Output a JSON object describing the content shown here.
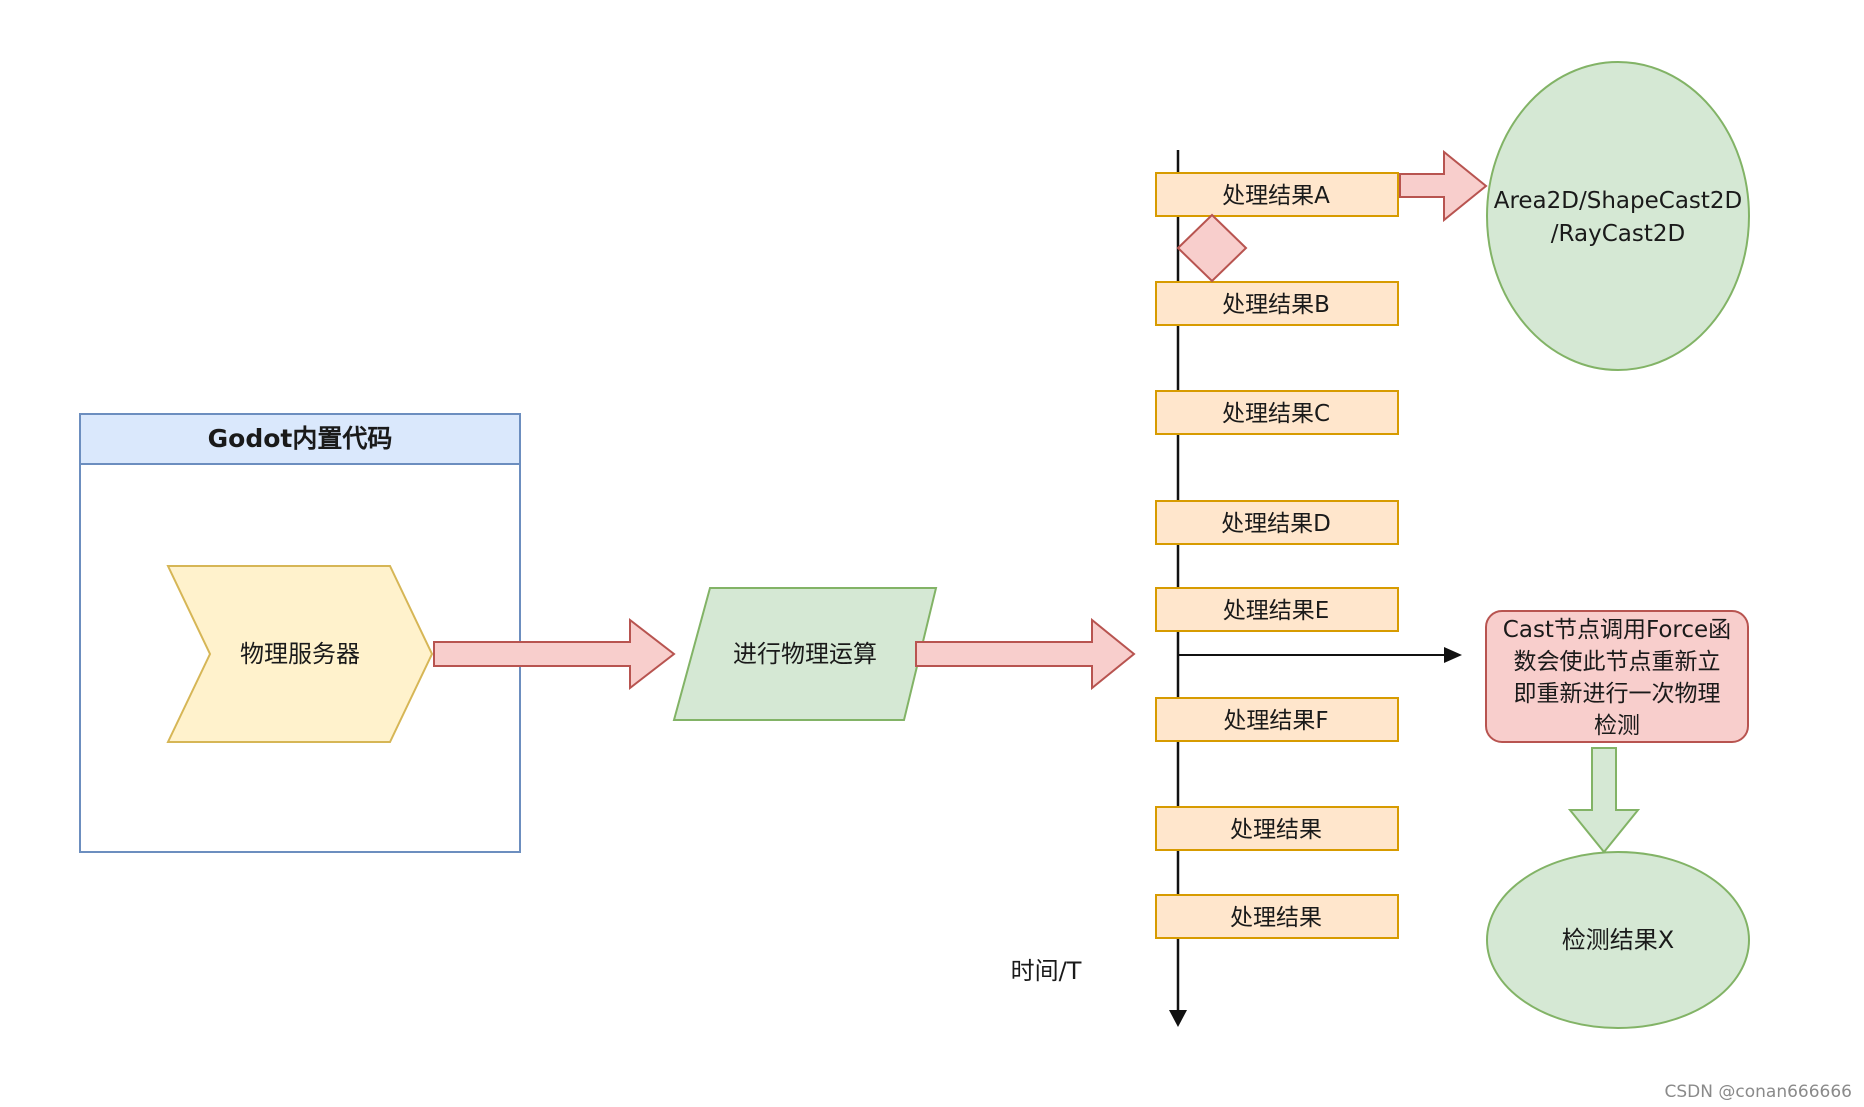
{
  "godot_box": {
    "title": "Godot内置代码"
  },
  "physics_server": {
    "label": "物理服务器"
  },
  "physics_compute": {
    "label": "进行物理运算"
  },
  "timeline": {
    "label": "时间/T"
  },
  "results": [
    {
      "label": "处理结果A"
    },
    {
      "label": "处理结果B"
    },
    {
      "label": "处理结果C"
    },
    {
      "label": "处理结果D"
    },
    {
      "label": "处理结果E"
    },
    {
      "label": "处理结果F"
    },
    {
      "label": "处理结果"
    },
    {
      "label": "处理结果"
    }
  ],
  "area_node": {
    "line1": "Area2D/ShapeCast2D",
    "line2": "/RayCast2D"
  },
  "force_note": {
    "line1": "Cast节点调用Force函",
    "line2": "数会使此节点重新立",
    "line3": "即重新进行一次物理",
    "line4": "检测"
  },
  "detect_result": {
    "label": "检测结果X"
  },
  "watermark": "CSDN @conan666666",
  "colors": {
    "blue_fill": "#dae8fc",
    "blue_stroke": "#6c8ebf",
    "yellow_fill": "#fff2cc",
    "yellow_stroke": "#d6b656",
    "green_fill": "#d5e8d4",
    "green_stroke": "#82b366",
    "red_fill": "#f8cecc",
    "red_stroke": "#b85450",
    "orange_fill": "#ffe6cc",
    "orange_stroke": "#d79b00"
  }
}
